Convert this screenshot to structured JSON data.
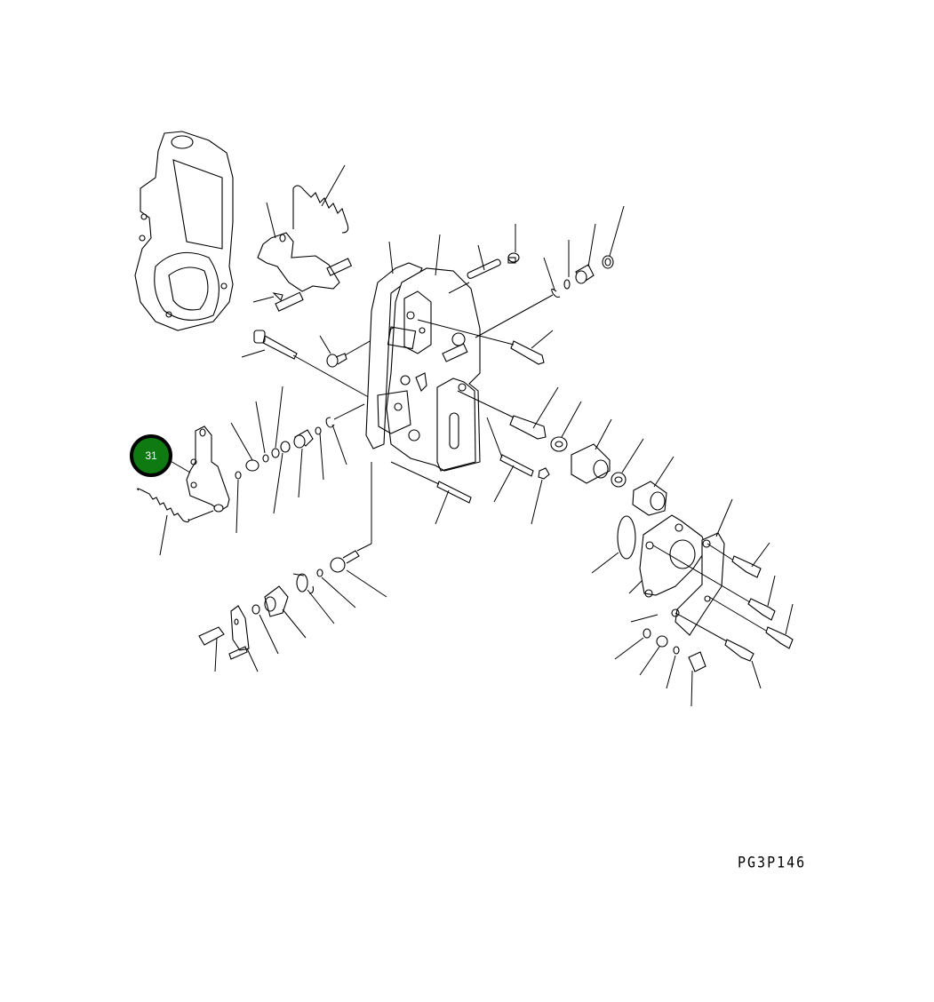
{
  "diagram": {
    "type": "exploded-parts-view",
    "figure_code": "PG3P146",
    "callouts": [
      {
        "number": "31",
        "color": "#0f7a12",
        "border_color": "#000000",
        "target": "lever-bracket-assembly"
      }
    ],
    "parts": [
      "governor-housing",
      "tension-spring-upper",
      "lever-assembly",
      "pin",
      "long-bolt",
      "screw-plug",
      "gasket",
      "governor-cover",
      "shaft-pin",
      "plug-bolt",
      "snap-ring",
      "o-ring",
      "bushing",
      "nut",
      "adjusting-screw",
      "lever-bracket-assembly",
      "tension-spring-lower",
      "washers-and-bushings",
      "stud-bolt",
      "adjusting-bolt",
      "washer",
      "collar",
      "cap",
      "o-ring-oval",
      "end-cover",
      "bolts",
      "cap-nut",
      "lock-plate",
      "spacer",
      "spring-seat",
      "banjo-bolt"
    ]
  }
}
